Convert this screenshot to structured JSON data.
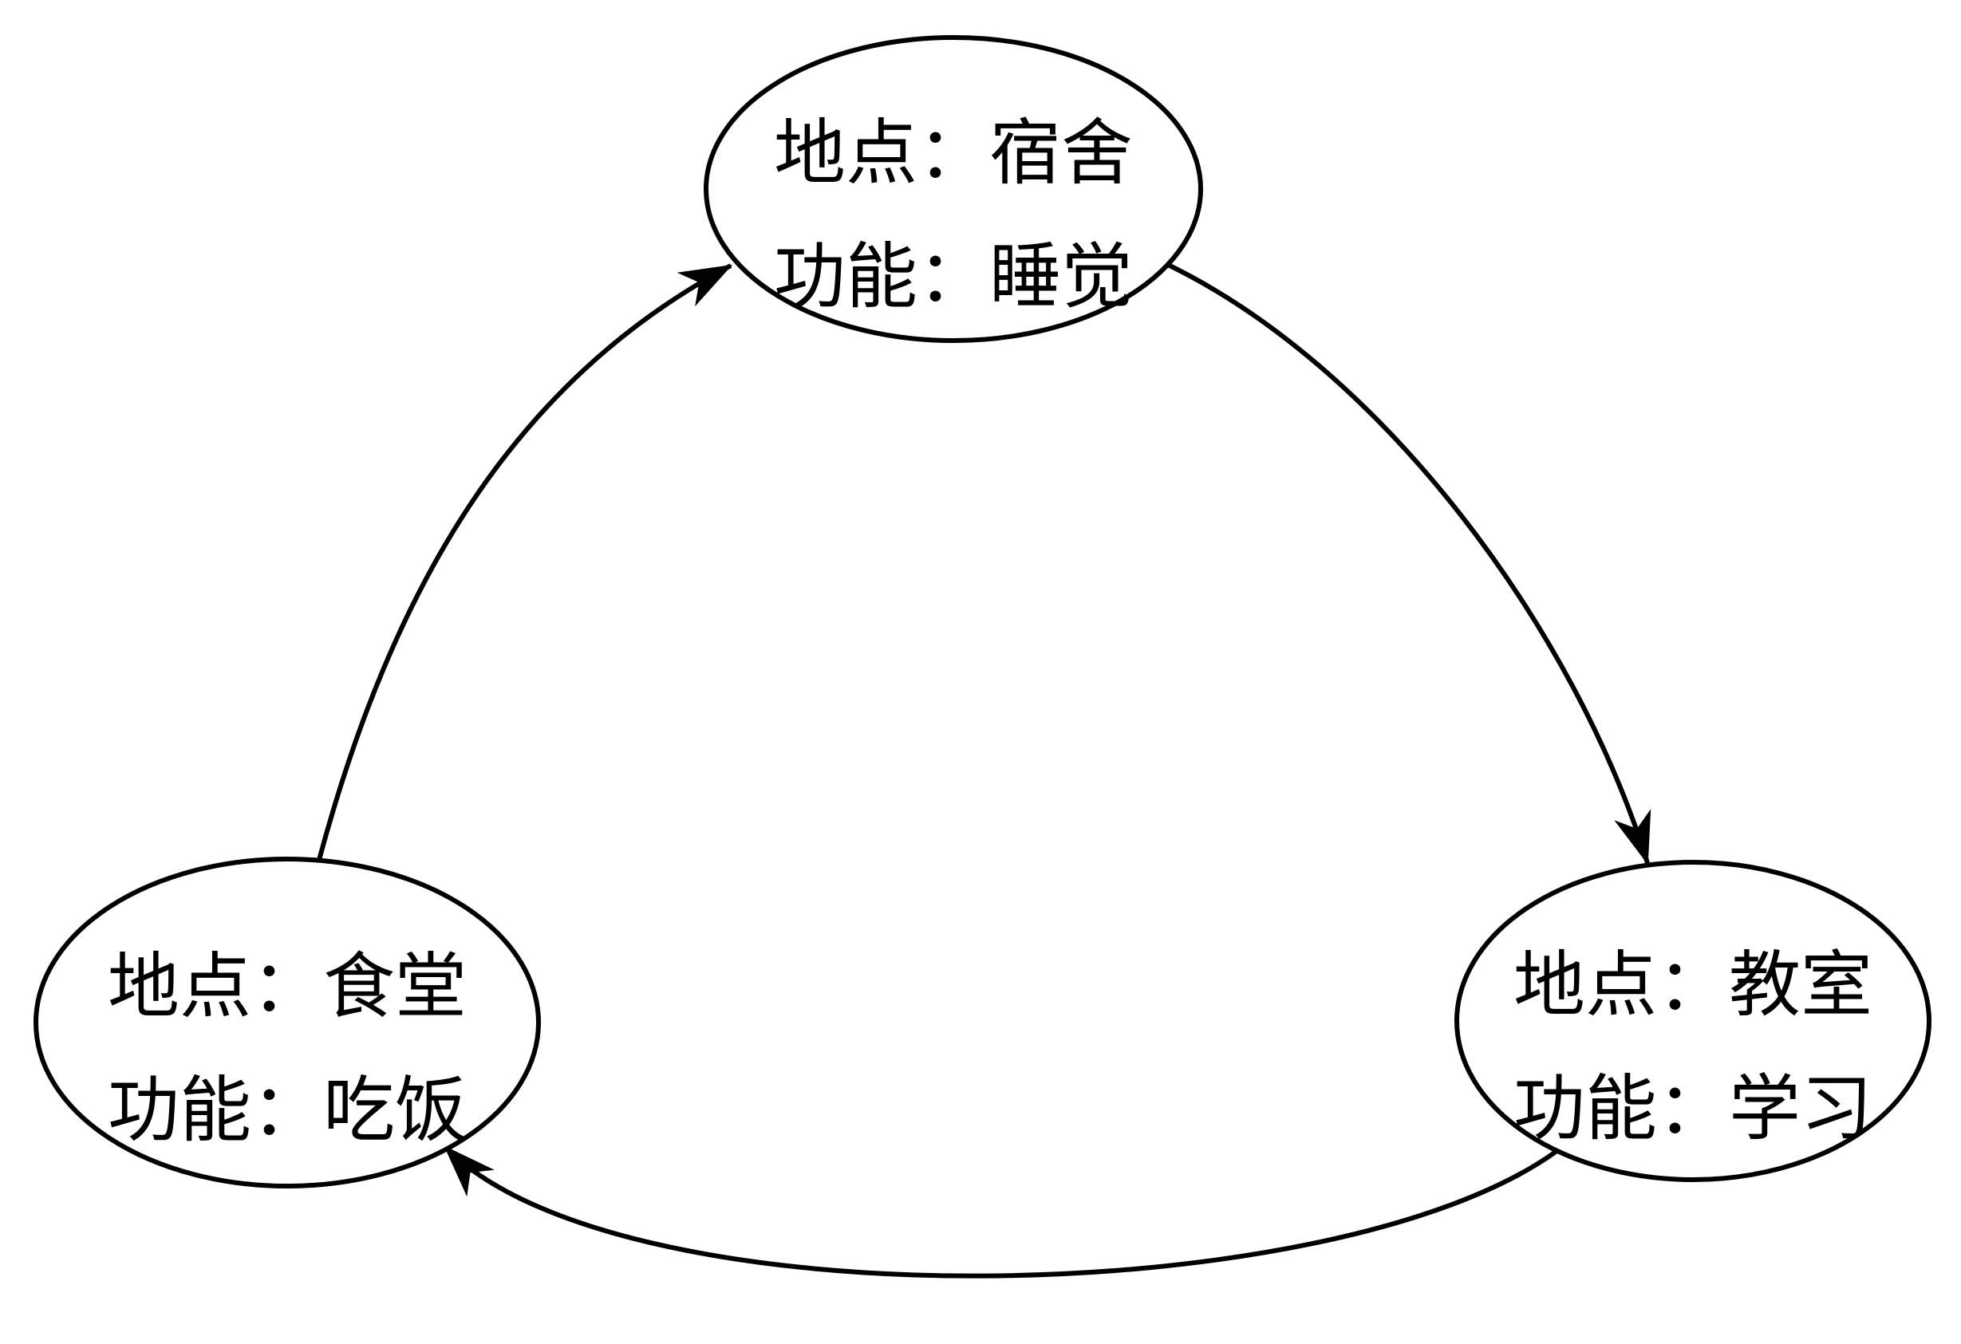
{
  "diagram": {
    "type": "cycle",
    "background_color": "#ffffff",
    "ink_color": "#000000",
    "nodes": [
      {
        "id": "dormitory",
        "position": "top",
        "line1": "地点：宿舍",
        "line2": "功能：睡觉"
      },
      {
        "id": "canteen",
        "position": "bottom-left",
        "line1": "地点：食堂",
        "line2": "功能：吃饭"
      },
      {
        "id": "classroom",
        "position": "bottom-right",
        "line1": "地点：教室",
        "line2": "功能：学习"
      }
    ],
    "edges": [
      {
        "from": "dormitory",
        "to": "classroom",
        "style": "curved-arrow"
      },
      {
        "from": "classroom",
        "to": "canteen",
        "style": "curved-arrow"
      },
      {
        "from": "canteen",
        "to": "dormitory",
        "style": "curved-arrow"
      }
    ]
  }
}
